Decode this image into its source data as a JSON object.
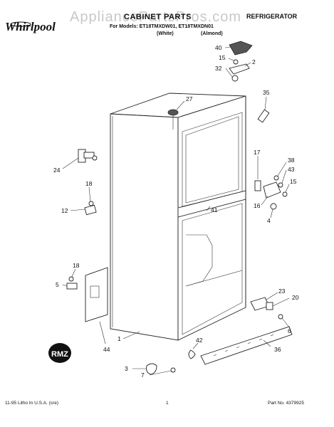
{
  "header": {
    "brand": "Whirlpool",
    "title": "CABINET PARTS",
    "category": "REFRIGERATOR",
    "models_line": "For Models: ET18TMXDW01, ET18TMXDN01",
    "color_white": "(White)",
    "color_almond": "(Almond)",
    "watermark": "AppliancePartsPros.com"
  },
  "callouts": {
    "c40": "40",
    "c15a": "15",
    "c2": "2",
    "c32": "32",
    "c35": "35",
    "c27": "27",
    "c17": "17",
    "c38": "38",
    "c43": "43",
    "c15b": "15",
    "c24": "24",
    "c18a": "18",
    "c16": "16",
    "c4": "4",
    "c12": "12",
    "c41": "41",
    "c18b": "18",
    "c5": "5",
    "c23": "23",
    "c20": "20",
    "c6": "6",
    "c1": "1",
    "c44": "44",
    "c42": "42",
    "c36": "36",
    "c3": "3",
    "c7": "7"
  },
  "footer": {
    "left": "11-95 Litho In U.S.A. (cre)",
    "page": "1",
    "part_no": "Part No. 4379925"
  }
}
